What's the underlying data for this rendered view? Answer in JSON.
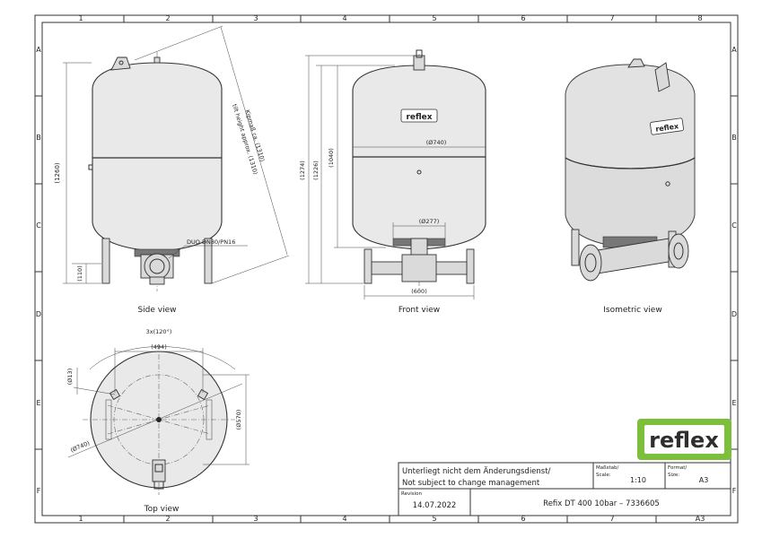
{
  "sheet": {
    "columns": [
      "1",
      "2",
      "3",
      "4",
      "5",
      "6",
      "7",
      "8"
    ],
    "rows": [
      "A",
      "B",
      "C",
      "D",
      "E",
      "F"
    ]
  },
  "views": {
    "side": "Side view",
    "front": "Front view",
    "isometric": "Isometric view",
    "top": "Top view"
  },
  "dimensions": {
    "side_height": "(1260)",
    "side_leg": "(110)",
    "tilt_de": "Kipmaß ca. (1310)",
    "tilt_en": "tilt height approx. (1310)",
    "flange": "DUO DN80/PN16",
    "front_total": "(1274)",
    "front_1226": "(1226)",
    "front_1040": "(1040)",
    "front_dia": "(Ø740)",
    "front_277": "(Ø277)",
    "front_600": "(600)",
    "top_angle": "3x(120°)",
    "top_494": "(494)",
    "top_13": "(Ø13)",
    "top_570": "(Ø570)",
    "top_740": "(Ø740)"
  },
  "brand": {
    "logo": "reflex",
    "small_logo": "reflex",
    "logo_green": "#7bbf3a"
  },
  "title_block": {
    "note_de": "Unterliegt nicht dem Änderungsdienst/",
    "note_en": "Not subject to change management",
    "scale_label_de": "Maßstab/",
    "scale_label_en": "Scale:",
    "scale_value": "1:10",
    "format_label_de": "Format/",
    "format_label_en": "Size:",
    "format_value": "A3",
    "revision_label": "Revision",
    "revision_date": "14.07.2022",
    "title": "Refix DT 400 10bar – 7336605",
    "corner_format": "A3"
  }
}
